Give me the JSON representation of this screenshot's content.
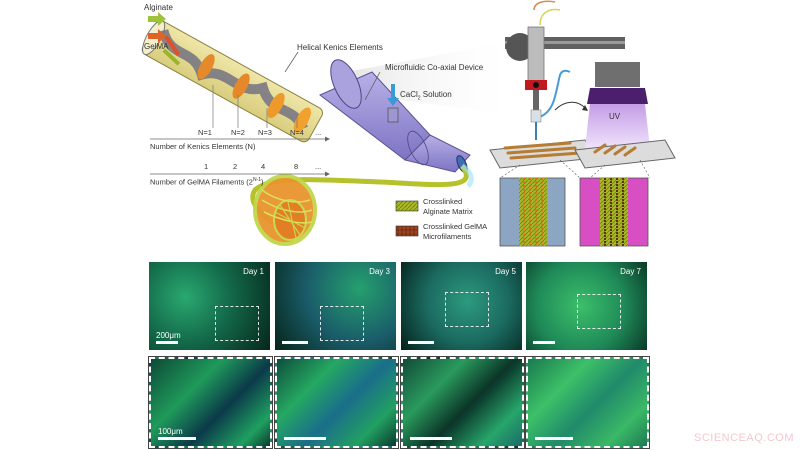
{
  "schematic": {
    "inputs": [
      "Alginate",
      "GelMA"
    ],
    "labels": {
      "helical": "Helical Kenics Elements",
      "device": "Microfluidic Co-axial Device",
      "cacl2": "CaCl",
      "cacl2_sub": "2",
      "cacl2_suffix": " Solution"
    },
    "axis_kenics": {
      "ticks": [
        "N=1",
        "N=2",
        "N=3",
        "N=4",
        "..."
      ],
      "title": "Number of Kenics Elements (N)"
    },
    "axis_filaments": {
      "ticks": [
        "1",
        "2",
        "4",
        "8",
        "..."
      ],
      "title": "Number of GelMA Filaments (2",
      "title_sup": "N-1",
      "title_end": ")"
    },
    "legend": [
      {
        "label_line1": "Crosslinked",
        "label_line2": "Alginate Matrix",
        "color": "#a8b62a"
      },
      {
        "label_line1": "Crosslinked GelMA",
        "label_line2": "Microfilaments",
        "color": "#8a3a1c"
      }
    ],
    "uv_label": "UV"
  },
  "micrographs": {
    "overview": [
      {
        "day": "Day 1",
        "scale": "200μm"
      },
      {
        "day": "Day 3",
        "scale": ""
      },
      {
        "day": "Day 5",
        "scale": ""
      },
      {
        "day": "Day 7",
        "scale": ""
      }
    ],
    "zoom": [
      {
        "scale": "100μm"
      },
      {
        "scale": ""
      },
      {
        "scale": ""
      },
      {
        "scale": ""
      }
    ]
  },
  "watermark": "SCIENCEAQ.COM"
}
